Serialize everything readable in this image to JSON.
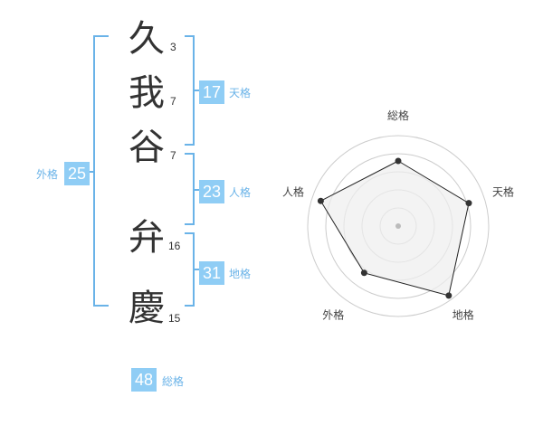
{
  "name": {
    "chars": [
      {
        "char": "久",
        "strokes": "3"
      },
      {
        "char": "我",
        "strokes": "7"
      },
      {
        "char": "谷",
        "strokes": "7"
      },
      {
        "char": "弁",
        "strokes": "16"
      },
      {
        "char": "慶",
        "strokes": "15"
      }
    ]
  },
  "kaku": {
    "tenkaku": {
      "label": "天格",
      "value": "17"
    },
    "jinkaku": {
      "label": "人格",
      "value": "23"
    },
    "chikaku": {
      "label": "地格",
      "value": "31"
    },
    "gaikaku": {
      "label": "外格",
      "value": "25"
    },
    "soukaku": {
      "label": "総格",
      "value": "48"
    }
  },
  "chart_data": {
    "type": "radar",
    "axes": [
      "総格",
      "天格",
      "地格",
      "外格",
      "人格"
    ],
    "values": [
      0.72,
      0.82,
      0.95,
      0.64,
      0.9
    ],
    "max": 1,
    "colors": {
      "bracket": "#6ab3e8",
      "badge": "#8fcdf5",
      "fill": "#eeeeee",
      "line": "#222222"
    }
  }
}
